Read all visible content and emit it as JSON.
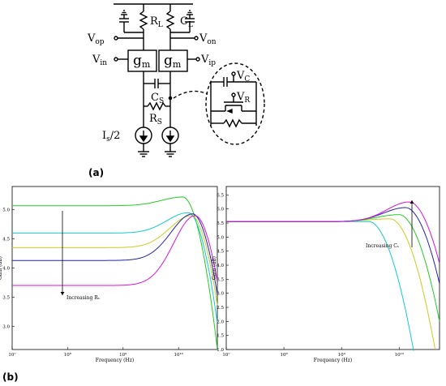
{
  "figure_a": {
    "panel_label": "(a)",
    "labels": {
      "RL": "R",
      "RL_sub": "L",
      "CL": "C",
      "CL_sub": "L",
      "Vop": "V",
      "Vop_sub": "op",
      "Von": "V",
      "Von_sub": "on",
      "Vin": "V",
      "Vin_sub": "in",
      "Vip": "V",
      "Vip_sub": "ip",
      "gm": "g",
      "gm_sub": "m",
      "Cs": "C",
      "Cs_sub": "S",
      "Rs": "R",
      "Rs_sub": "S",
      "Is": "I",
      "Is_sub": "s",
      "Is_tail": "/2",
      "VC": "V",
      "VC_sub": "C",
      "VR": "V",
      "VR_sub": "R"
    }
  },
  "figure_b": {
    "panel_label": "(b)"
  },
  "chart_data": [
    {
      "type": "line",
      "xlabel": "Frequency (Hz)",
      "ylabel": "Gain (dB)",
      "x_scale": "log",
      "xlim": [
        10000000,
        50000000000
      ],
      "ylim": [
        2.6,
        5.4
      ],
      "x_ticks": [
        "10⁷",
        "10⁸",
        "10⁹",
        "10¹⁰"
      ],
      "y_ticks": [
        "3.0",
        "3.5",
        "4.0",
        "4.5",
        "5.0"
      ],
      "annotation": "Increasing Rₛ",
      "series": [
        {
          "color": "#22cc22",
          "flat": 5.07,
          "peak_x": 12000000000,
          "peak": 5.22
        },
        {
          "color": "#11cccc",
          "flat": 4.6,
          "peak_x": 15000000000,
          "peak": 4.95
        },
        {
          "color": "#cccc22",
          "flat": 4.35,
          "peak_x": 17000000000,
          "peak": 4.9
        },
        {
          "color": "#2222aa",
          "flat": 4.13,
          "peak_x": 18000000000,
          "peak": 4.93
        },
        {
          "color": "#dd11dd",
          "flat": 3.7,
          "peak_x": 20000000000,
          "peak": 4.9
        }
      ]
    },
    {
      "type": "line",
      "xlabel": "Frequency (Hz)",
      "ylabel": "Gain (dB)",
      "x_scale": "log",
      "xlim": [
        10000000,
        50000000000
      ],
      "ylim": [
        1.0,
        6.8
      ],
      "x_ticks": [
        "10⁷",
        "10⁸",
        "10⁹",
        "10¹⁰"
      ],
      "y_ticks": [
        "1.0",
        "1.5",
        "2.0",
        "2.5",
        "3.0",
        "3.5",
        "4.0",
        "4.5",
        "5.0",
        "5.5",
        "6.0",
        "6.5"
      ],
      "annotation": "Increasing Cₛ",
      "series": [
        {
          "color": "#11cccc",
          "flat": 5.55,
          "peak_x": 3000000000,
          "peak": 5.55
        },
        {
          "color": "#cccc22",
          "flat": 5.55,
          "peak_x": 7000000000,
          "peak": 5.65
        },
        {
          "color": "#22cc22",
          "flat": 5.55,
          "peak_x": 10000000000,
          "peak": 5.8
        },
        {
          "color": "#2222aa",
          "flat": 5.55,
          "peak_x": 13000000000,
          "peak": 6.05
        },
        {
          "color": "#dd11dd",
          "flat": 5.55,
          "peak_x": 15000000000,
          "peak": 6.25
        }
      ]
    }
  ]
}
